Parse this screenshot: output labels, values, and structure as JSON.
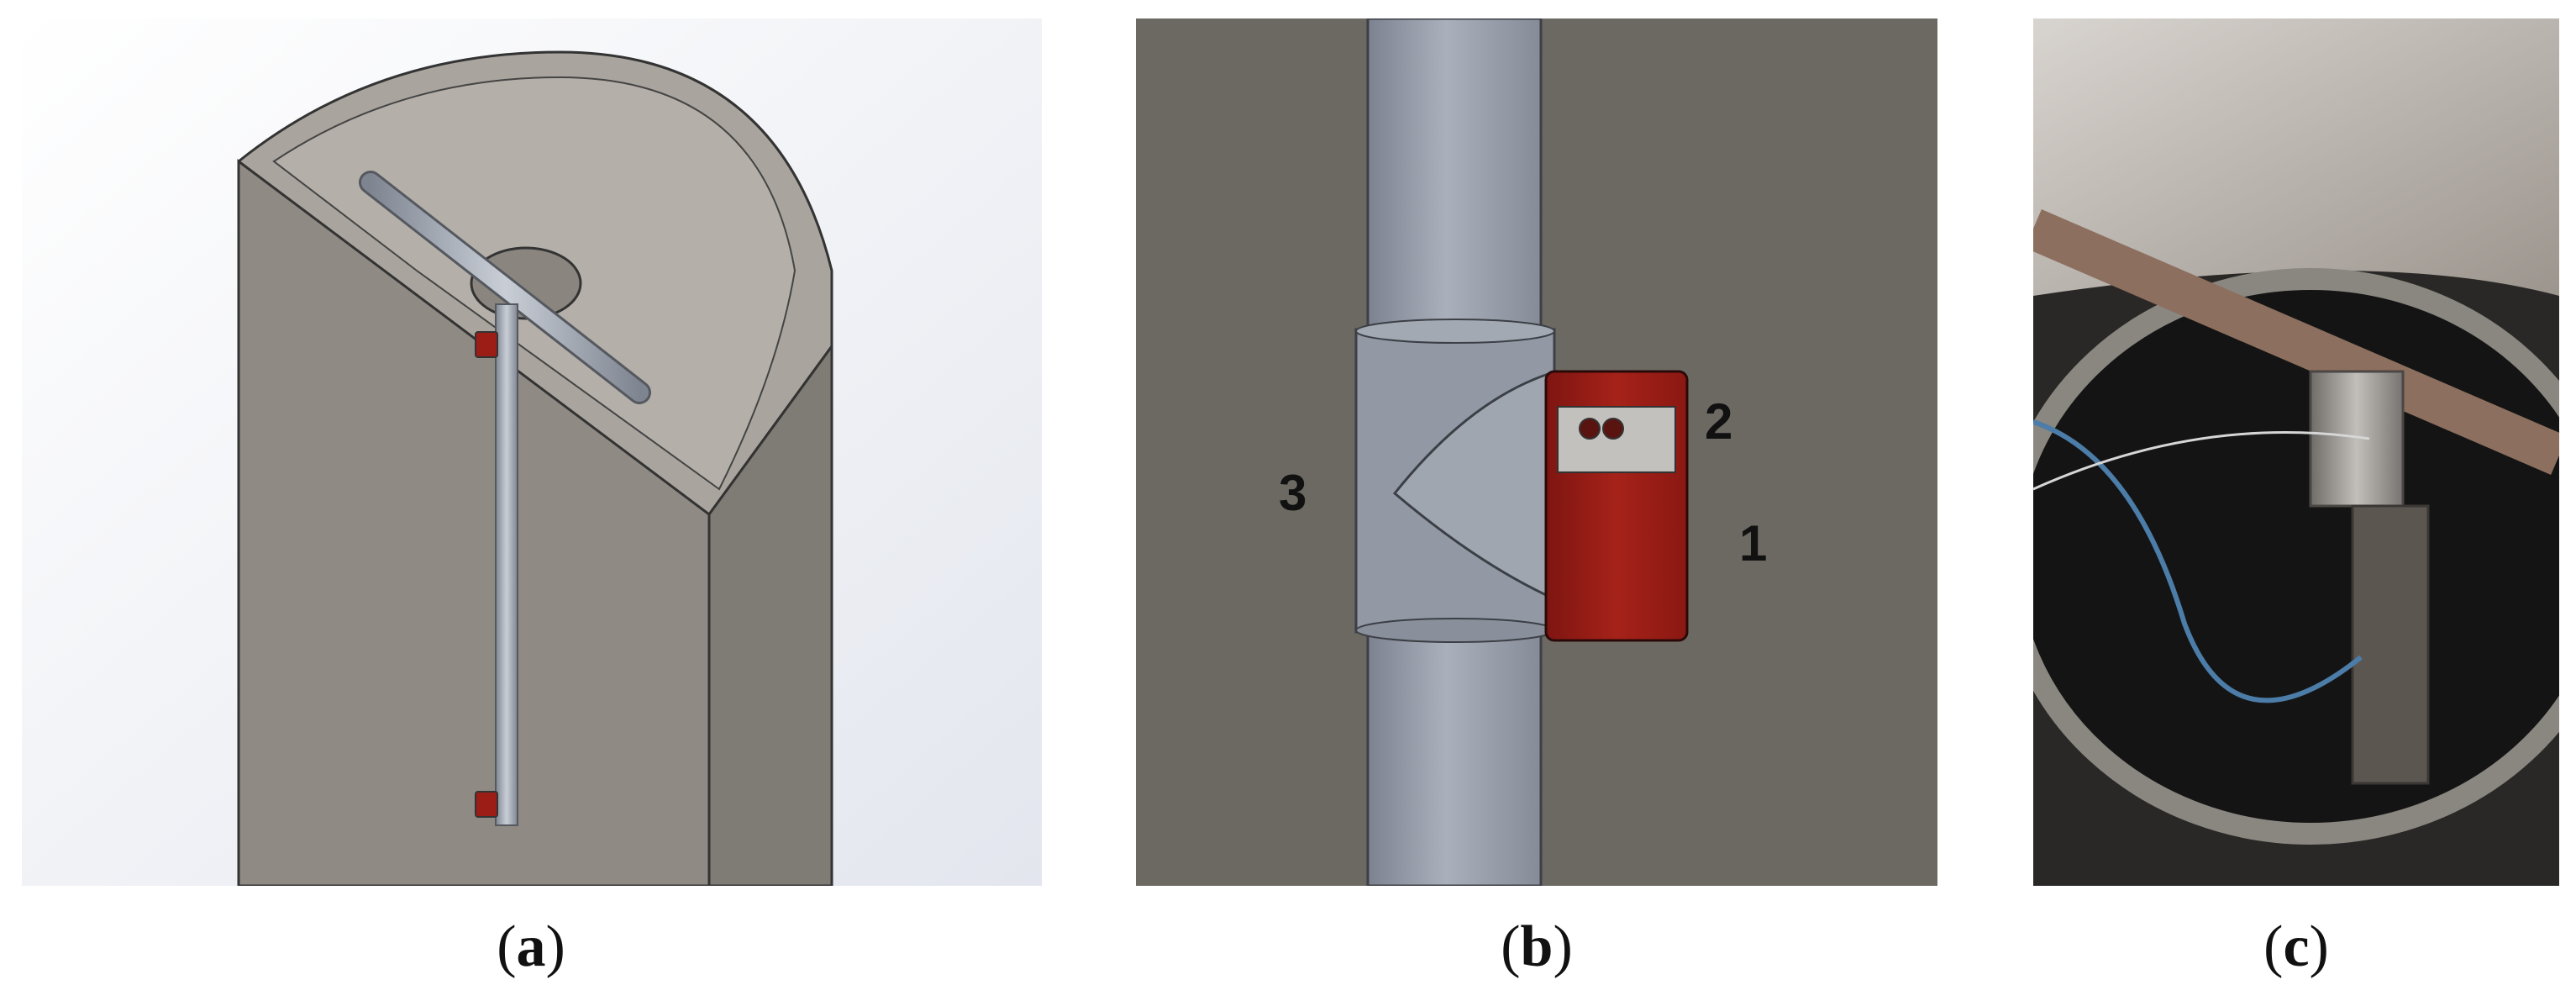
{
  "panels": [
    {
      "id": "a",
      "caption_open": "(",
      "caption_letter": "a",
      "caption_close": ")"
    },
    {
      "id": "b",
      "caption_open": "(",
      "caption_letter": "b",
      "caption_close": ")"
    },
    {
      "id": "c",
      "caption_open": "(",
      "caption_letter": "c",
      "caption_close": ")"
    }
  ],
  "callouts": {
    "one": "1",
    "two": "2",
    "three": "3"
  },
  "colors": {
    "tank_wall": "#8f8b84",
    "pipe": "#9aa1ad",
    "sensor_housing": "#9c1c16",
    "cad_background": "#6c6963"
  }
}
